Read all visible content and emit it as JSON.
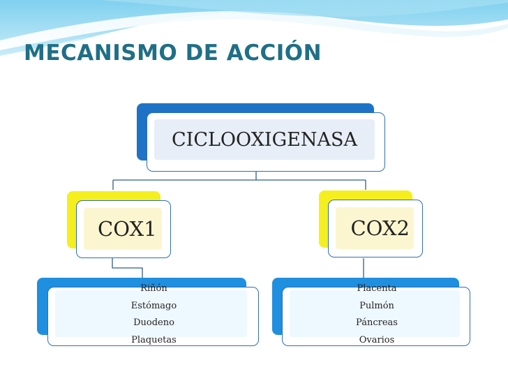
{
  "slide": {
    "title": "MECANISMO DE ACCIÓN"
  },
  "diagram": {
    "root": {
      "label": "CICLOOXIGENASA"
    },
    "cox1": {
      "label": "COX1",
      "items": [
        "Riñón",
        "Estómago",
        "Duodeno",
        "Plaquetas"
      ]
    },
    "cox2": {
      "label": "COX2",
      "items": [
        "Placenta",
        "Pulmón",
        "Páncreas",
        "Ovarios"
      ]
    }
  },
  "colors": {
    "title": "#1f6f86",
    "root_back": "#1f73c7",
    "cox_back": "#f5ef1e",
    "list_back": "#1f8fe0",
    "border": "#2f6fb7",
    "connector": "#2e5e88"
  }
}
